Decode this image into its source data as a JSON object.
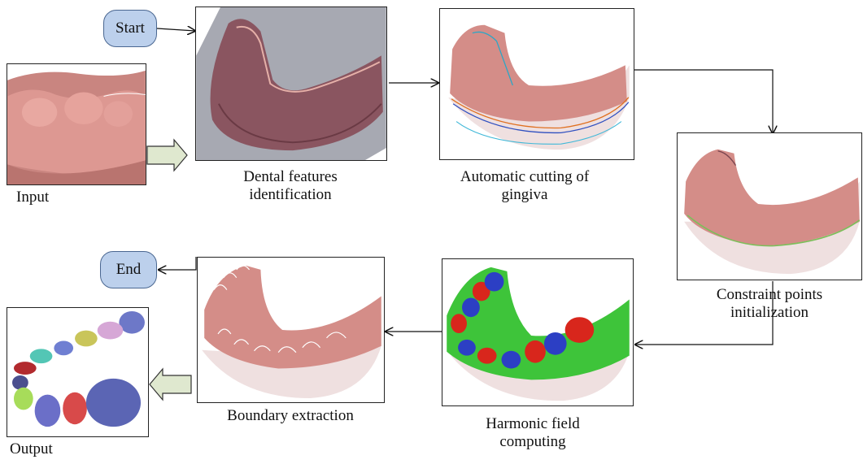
{
  "nodes": {
    "start": "Start",
    "end": "End"
  },
  "captions": {
    "input": "Input",
    "dental_line1": "Dental features",
    "dental_line2": "identification",
    "cutting_line1": "Automatic cutting of",
    "cutting_line2": "gingiva",
    "constraint_line1": "Constraint points",
    "constraint_line2": "initialization",
    "harmonic_line1": "Harmonic field",
    "harmonic_line2": "computing",
    "boundary": "Boundary extraction",
    "output": "Output"
  },
  "colors": {
    "mesh_pink": "#d98f8a",
    "mesh_dark": "#7a4650",
    "gingiva_translucent": "#eadcdc",
    "node_fill": "#bcd0ec",
    "node_border": "#4a6791",
    "field_green": "#3ec43a",
    "field_red": "#d8261c",
    "field_blue": "#2c3fc4",
    "block_arrow_fill": "#dfe8cf"
  }
}
